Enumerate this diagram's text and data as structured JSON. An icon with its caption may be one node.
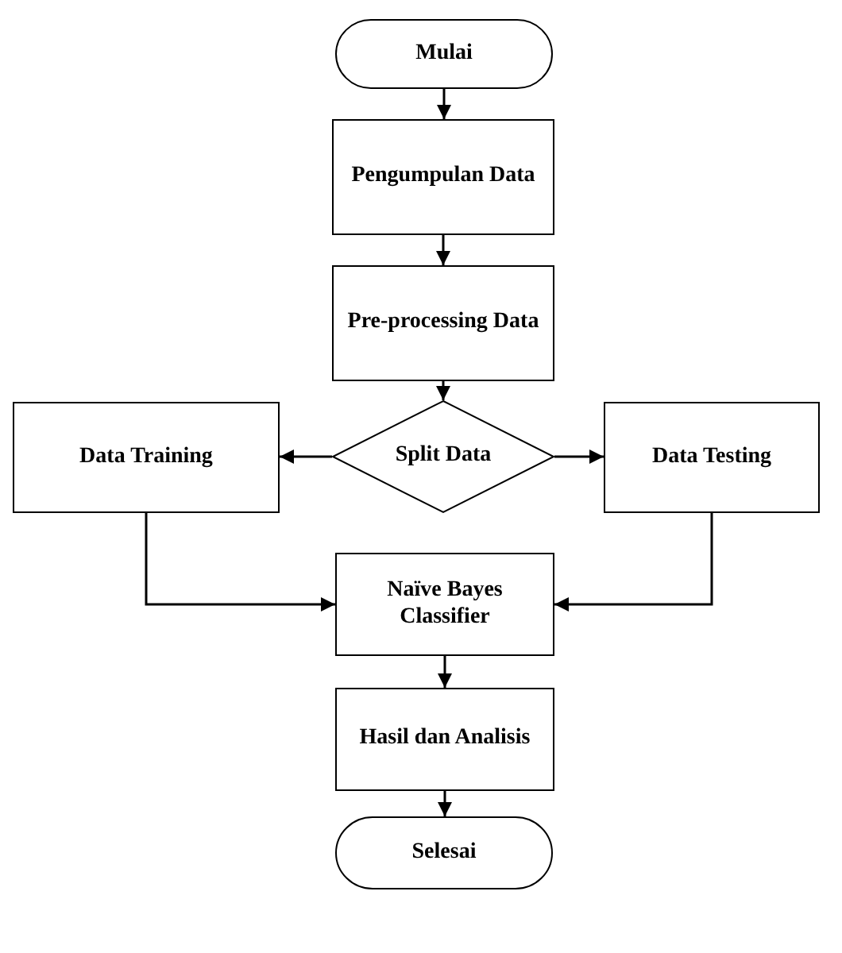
{
  "diagram": {
    "nodes": [
      {
        "text": [
          "Mulai"
        ]
      },
      {
        "text": [
          "Pengumpulan Data"
        ]
      },
      {
        "text": [
          "Pre-processing Data"
        ]
      },
      {
        "text": [
          "Split Data"
        ]
      },
      {
        "text": [
          "Data Training"
        ]
      },
      {
        "text": [
          "Data Testing"
        ]
      },
      {
        "text": [
          "Naïve Bayes Classifier"
        ]
      },
      {
        "text": [
          "Hasil dan Analisis"
        ]
      },
      {
        "text": [
          "Selesai"
        ]
      }
    ],
    "edges": [
      {
        "from": 0,
        "to": 1,
        "arrow": "to"
      },
      {
        "from": 1,
        "to": 2,
        "arrow": "to"
      },
      {
        "from": 2,
        "to": 3,
        "arrow": "to"
      },
      {
        "from": 3,
        "to": 4,
        "arrow": "to"
      },
      {
        "from": 3,
        "to": 5,
        "arrow": "to"
      },
      {
        "from": 4,
        "to": 6,
        "arrow": "to"
      },
      {
        "from": 5,
        "to": 6,
        "arrow": "to"
      },
      {
        "from": 6,
        "to": 7,
        "arrow": "to"
      },
      {
        "from": 7,
        "to": 8,
        "arrow": "to"
      }
    ]
  }
}
